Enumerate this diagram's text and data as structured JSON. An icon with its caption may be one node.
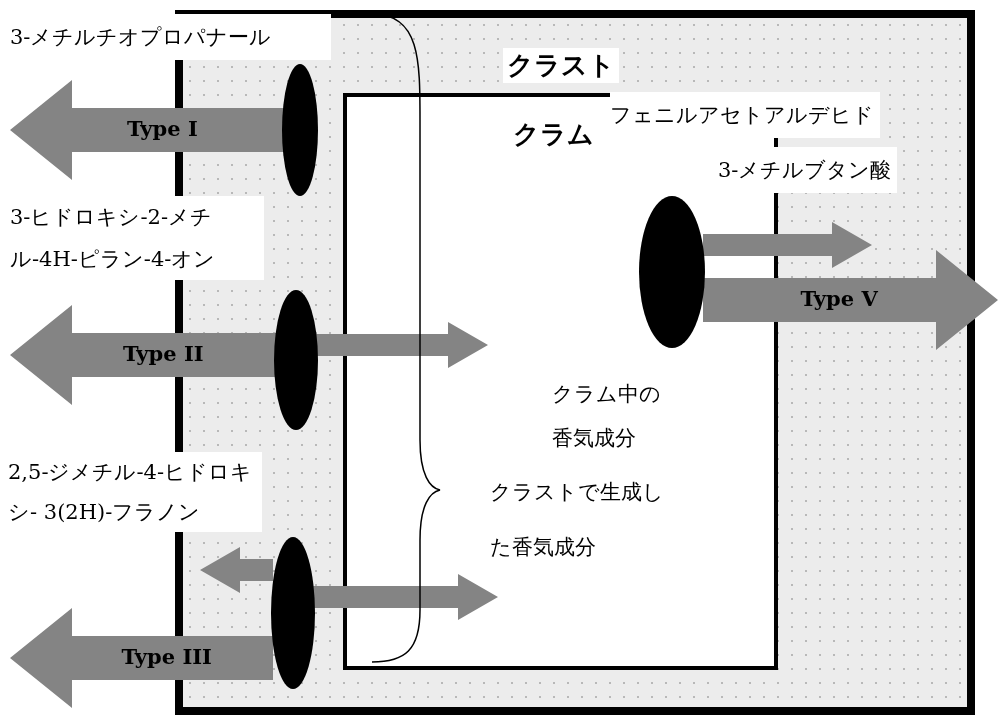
{
  "diagram": {
    "nodes": [
      {
        "text": [
          "クラスト"
        ]
      },
      {
        "text": [
          "クラム"
        ],
        "in": 0
      },
      {
        "text": [],
        "shape": "ellipse",
        "in": 0
      },
      {
        "text": [],
        "shape": "ellipse",
        "in": 0
      },
      {
        "text": [],
        "shape": "ellipse",
        "in": 0
      },
      {
        "text": [],
        "shape": "ellipse",
        "in": 1
      }
    ],
    "edges": [
      {
        "from": 2,
        "to": null,
        "arrow": "to",
        "label": "Type I",
        "style": "thick"
      },
      {
        "from": 3,
        "to": null,
        "arrow": "to",
        "label": "Type II",
        "style": "thick"
      },
      {
        "from": 3,
        "to": null,
        "arrow": "to"
      },
      {
        "from": 4,
        "to": null,
        "arrow": "to"
      },
      {
        "from": 4,
        "to": null,
        "arrow": "to"
      },
      {
        "from": 4,
        "to": null,
        "arrow": "to",
        "label": "Type III",
        "style": "thick"
      },
      {
        "from": 5,
        "to": null,
        "arrow": "to"
      },
      {
        "from": 5,
        "to": null,
        "arrow": "to",
        "label": "Type V",
        "style": "thick"
      }
    ],
    "labels": [
      "3-メチルチオプロパナール",
      "フェニルアセトアルデヒド",
      "3-メチルブタン酸",
      "3-ヒドロキシ-2-メチル-4H-ピラン-4-オン",
      "クラム中の香気成分",
      "2,5-ジメチル-4-ヒドロキシ- 3(2H)-フラノン",
      "クラストで生成した香気成分"
    ]
  }
}
